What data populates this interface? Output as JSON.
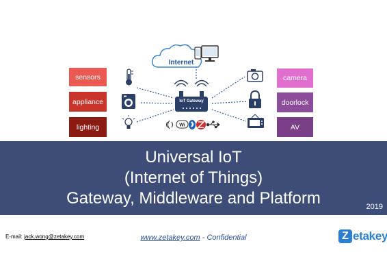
{
  "cloud": {
    "label": "Internet"
  },
  "gateway": {
    "label": "IoT Gateway"
  },
  "left_tiles": [
    {
      "label": "sensors",
      "color": "#ea5a52"
    },
    {
      "label": "appliance",
      "color": "#c9352b"
    },
    {
      "label": "lighting",
      "color": "#8b1a12"
    }
  ],
  "right_tiles": [
    {
      "label": "camera",
      "color": "#e06fcf"
    },
    {
      "label": "doorlock",
      "color": "#8b4d99"
    },
    {
      "label": "AV",
      "color": "#7a3f86"
    }
  ],
  "left_icons": [
    "thermometer-icon",
    "washing-machine-icon",
    "light-bulb-icon"
  ],
  "right_icons": [
    "camera-icon",
    "lock-icon",
    "tv-icon"
  ],
  "protocol_icons": [
    "sound-wave-icon",
    "wifi-icon",
    "bluetooth-icon",
    "zigbee-icon",
    "usb-icon"
  ],
  "title": {
    "line1": "Universal IoT",
    "line2": "(Internet of Things)",
    "line3": "Gateway, Middleware and Platform"
  },
  "year": "2019",
  "footer": {
    "email_prefix": "E-mail: ",
    "email": "jack.wong@zetakey.com",
    "website": "www.zetakey.com",
    "confidential": " - Confidential"
  },
  "logo": {
    "mark": "Z",
    "text": "etakey"
  },
  "colors": {
    "banner": "#3e4d77",
    "link": "#2a4fa0",
    "logo": "#2a7fd0"
  }
}
